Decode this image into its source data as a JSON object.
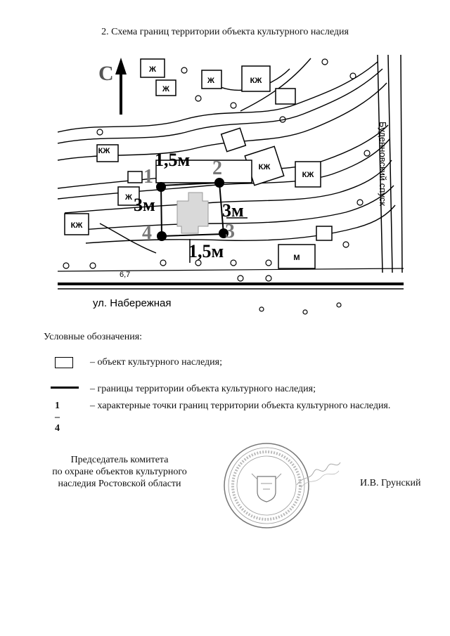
{
  "title": "2. Схема границ территории объекта культурного наследия",
  "map": {
    "north_label": "С",
    "points": [
      "1",
      "2",
      "3",
      "4"
    ],
    "dims": {
      "top": "1,5м",
      "left": "3м",
      "right": "3м",
      "bottom": "1,5м"
    },
    "building_labels": [
      "КЖ",
      "Ж",
      "Ж",
      "КЖ",
      "Ж",
      "КЖ",
      "КЖ",
      "Ж",
      "КЖ",
      "М"
    ],
    "street_name": "ул. Набережная",
    "side_street": "Буденновский спуск",
    "elevation": "6,7"
  },
  "legend": {
    "title": "Условные обозначения:",
    "items": [
      {
        "symbol": "box",
        "text": "– объект культурного наследия;"
      },
      {
        "symbol": "line",
        "text": "– границы территории объекта культурного наследия;"
      },
      {
        "symbol": "1 – 4",
        "text": "– характерные точки границ территории объекта культурного наследия."
      }
    ]
  },
  "signature": {
    "position_lines": [
      "Председатель комитета",
      "по охране объектов культурного",
      "наследия Ростовской области"
    ],
    "name": "И.В. Грунский"
  }
}
